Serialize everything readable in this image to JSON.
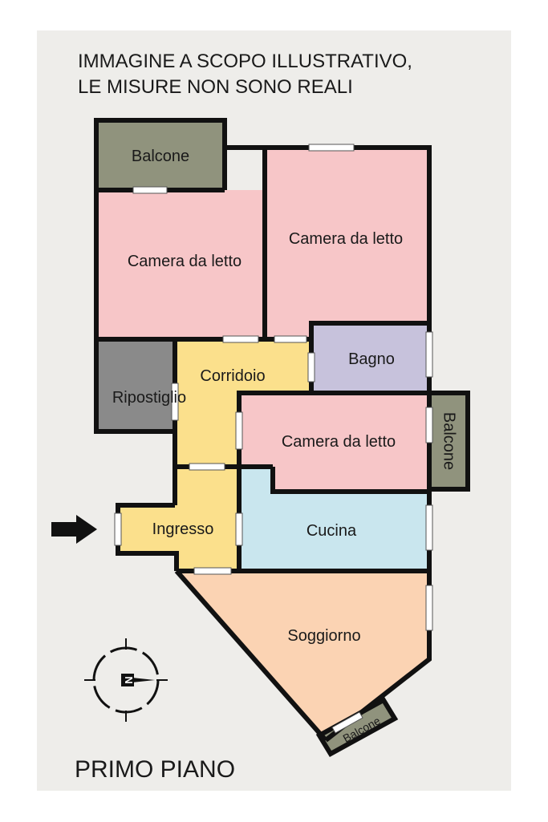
{
  "header": {
    "line1": "IMMAGINE A SCOPO ILLUSTRATIVO,",
    "line2": "LE MISURE NON SONO REALI"
  },
  "footer": {
    "floor": "PRIMO PIANO"
  },
  "rooms": {
    "balcone_top": "Balcone",
    "camera_left": "Camera da letto",
    "camera_right": "Camera da letto",
    "bagno": "Bagno",
    "corridoio": "Corridoio",
    "ripostiglio": "Ripostiglio",
    "camera_mid": "Camera da letto",
    "balcone_right": "Balcone",
    "ingresso": "Ingresso",
    "cucina": "Cucina",
    "soggiorno": "Soggiorno",
    "balcone_bottom": "Balcone"
  },
  "compass": {
    "letter": "N"
  },
  "colors": {
    "sheet": "#eeedea",
    "wall": "#111111",
    "bedroom": "#f7c6c8",
    "bathroom": "#c7c2dc",
    "corridor": "#fbe08c",
    "storage": "#8a8a8a",
    "balcony": "#90937d",
    "kitchen": "#c9e6ee",
    "living": "#fbd3b3"
  },
  "icons": {
    "entrance": "arrow-right-icon",
    "compass": "compass-icon"
  }
}
